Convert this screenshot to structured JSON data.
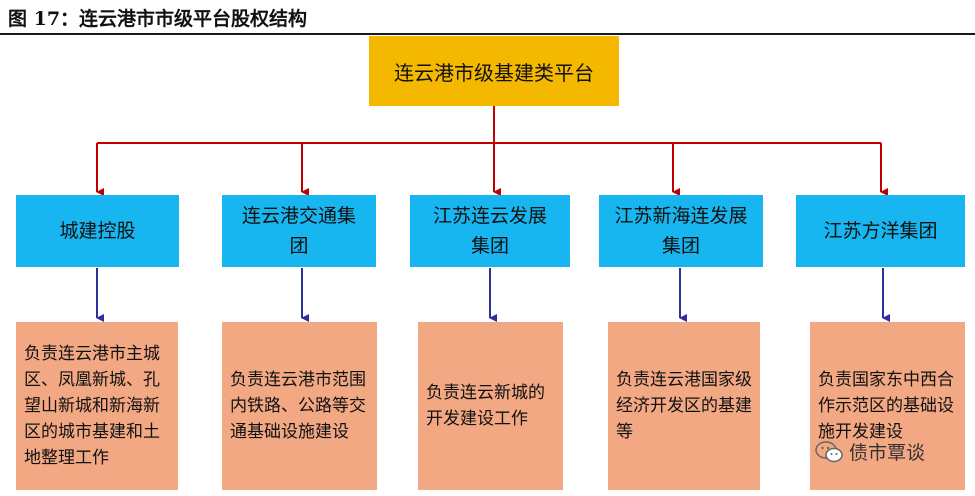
{
  "title": "图 17：连云港市市级平台股权结构",
  "root": "连云港市级基建类平台",
  "children": [
    {
      "name": "城建控股",
      "desc": "负责连云港市主城区、凤凰新城、孔望山新城和新海新区的城市基建和土地整理工作"
    },
    {
      "name": "连云港交通集团",
      "desc": "负责连云港市范围内铁路、公路等交通基础设施建设"
    },
    {
      "name": "江苏连云发展集团",
      "desc": "负责连云新城的开发建设工作"
    },
    {
      "name": "江苏新海连发展集团",
      "desc": "负责连云港国家级经济开发区的基建等"
    },
    {
      "name": "江苏方洋集团",
      "desc": "负责国家东中西合作示范区的基础设施开发建设"
    }
  ],
  "watermark": "债市覃谈",
  "colors": {
    "root": "#f5b800",
    "child": "#17b6f0",
    "desc": "#f2a882",
    "red_line": "#c00000",
    "blue_line": "#2f2f9a"
  }
}
